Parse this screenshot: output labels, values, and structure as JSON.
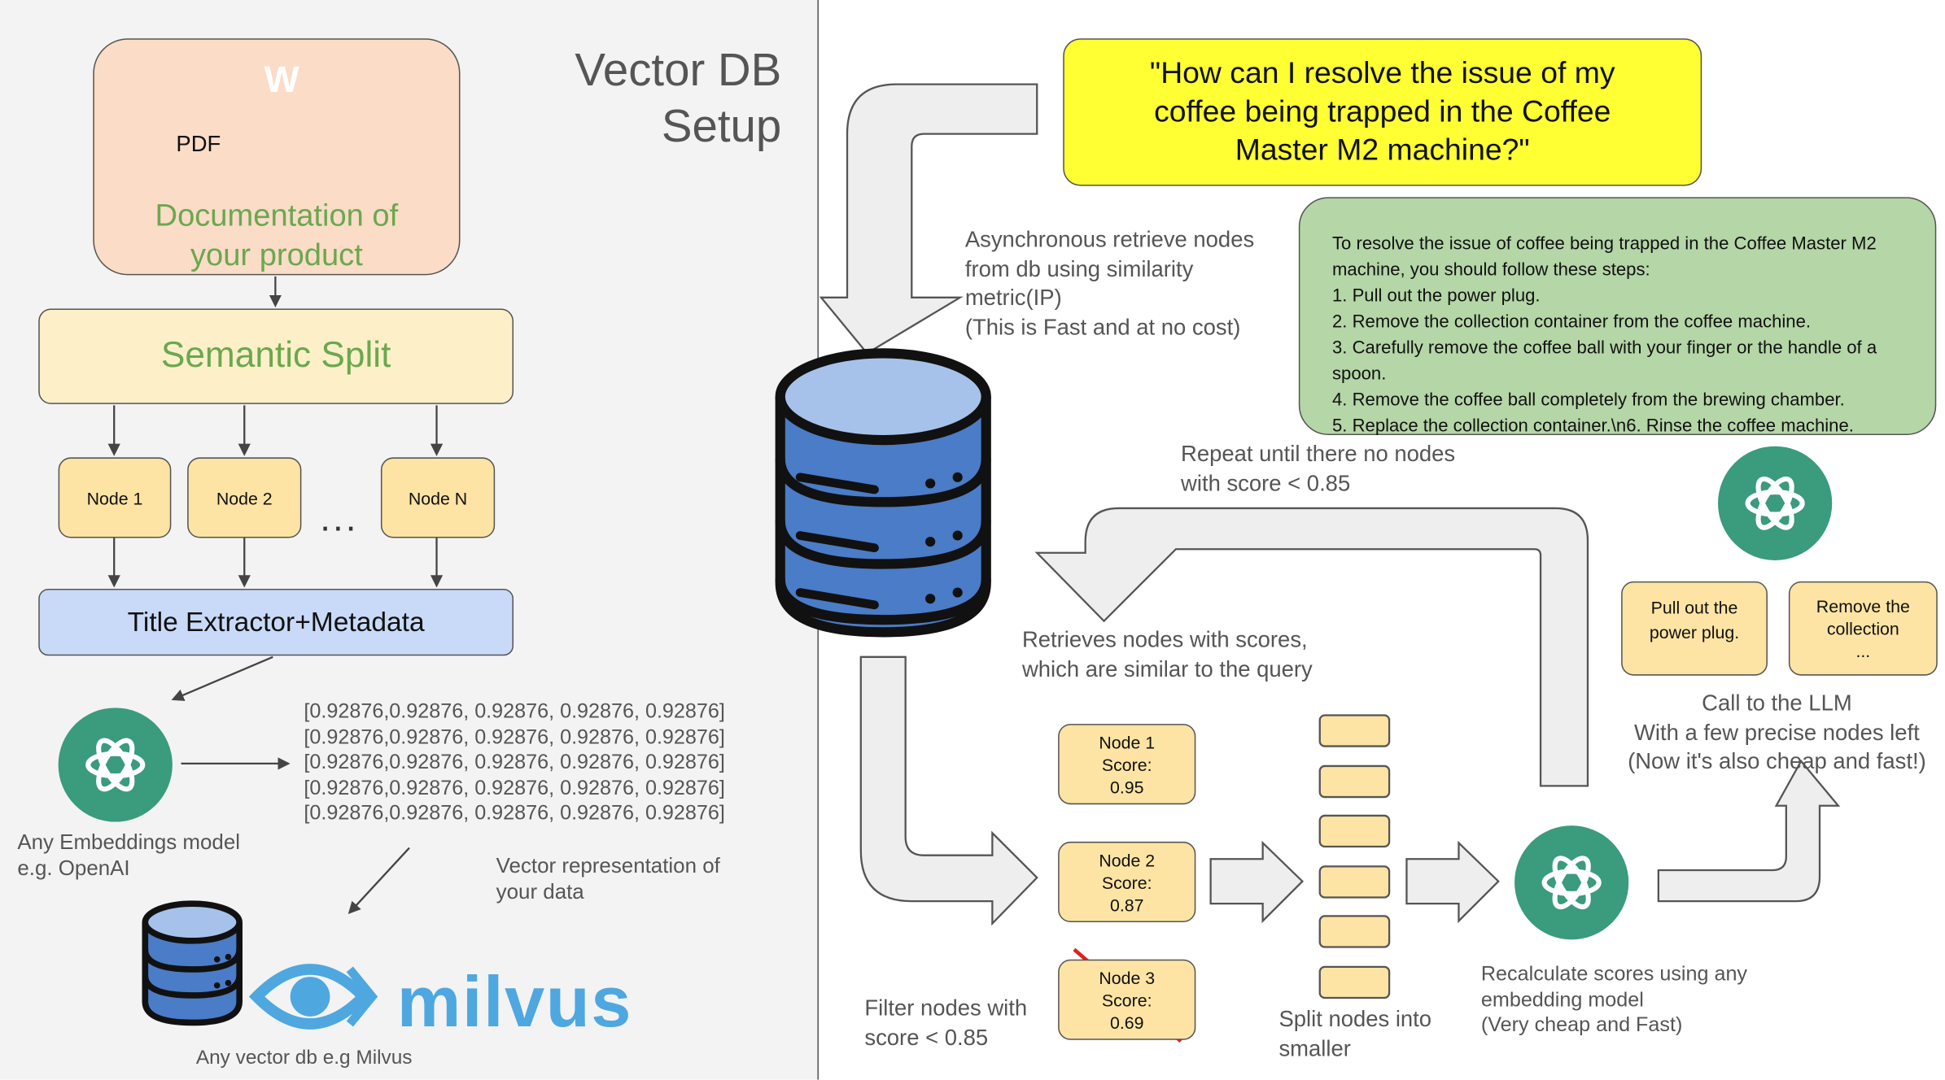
{
  "setup": {
    "title": "Vector DB\nSetup",
    "doc_label": "Documentation of\nyour product",
    "semantic_split": "Semantic Split",
    "nodes": [
      "Node 1",
      "Node 2",
      "Node N"
    ],
    "ellipsis": "...",
    "title_extractor": "Title Extractor+Metadata",
    "vectors": "[0.92876,0.92876, 0.92876, 0.92876, 0.92876]\n[0.92876,0.92876, 0.92876, 0.92876, 0.92876]\n[0.92876,0.92876, 0.92876, 0.92876, 0.92876]\n[0.92876,0.92876, 0.92876, 0.92876, 0.92876]\n[0.92876,0.92876, 0.92876, 0.92876, 0.92876]",
    "embeddings_label": "Any Embeddings model\ne.g. OpenAI",
    "vector_repr_label": "Vector representation of\nyour data",
    "vector_db_label": "Any vector db e.g Milvus",
    "milvus_logo": "milvus",
    "pdf_label": "PDF",
    "word_label": "W"
  },
  "query": {
    "question": "\"How can I resolve the issue of my\ncoffee being trapped in the Coffee\nMaster M2 machine?\"",
    "answer": "To resolve the issue of coffee being trapped in the Coffee Master M2 machine, you should follow these steps:\n1. Pull out the power plug.\n2. Remove the collection container from the coffee machine.\n3. Carefully remove the coffee ball with your finger or the handle of a spoon.\n4. Remove the coffee ball completely from the brewing chamber.\n5. Replace the collection container.\\n6. Rinse the coffee machine.",
    "async_retrieve": "Asynchronous retrieve nodes\nfrom db using similarity\nmetric(IP)\n(This is Fast and at no cost)",
    "repeat_label": "Repeat until there no nodes\nwith score < 0.85",
    "retrieves_label": "Retrieves nodes with scores,\nwhich are similar to the query",
    "scored_nodes": [
      {
        "text": "Node 1\nScore:\n0.95"
      },
      {
        "text": "Node 2\nScore:\n0.87"
      },
      {
        "text": "Node 3\nScore:\n0.69"
      }
    ],
    "filter_label": "Filter nodes with\nscore < 0.85",
    "split_label": "Split nodes into\nsmaller",
    "recalc_label": "Recalculate scores using any\nembedding model\n(Very cheap and Fast)",
    "llm_nodes": [
      "Pull out the\npower plug.",
      "Remove the\ncollection\n..."
    ],
    "llm_label": "Call to the LLM\nWith a few precise nodes left\n(Now it's also cheap and fast!)"
  },
  "colors": {
    "yellow_box": "#ffff33",
    "green_box": "#b5d6a7",
    "node_fill": "#fde4a4",
    "blue_box": "#c9daf8",
    "openai_green": "#3a9b7d",
    "milvus_blue": "#4fa7e0",
    "db_blue": "#4a7cc7"
  },
  "icons": [
    "pdf-icon",
    "word-icon",
    "notepad-icon",
    "openai-logo-icon",
    "database-icon",
    "milvus-eye-icon"
  ]
}
